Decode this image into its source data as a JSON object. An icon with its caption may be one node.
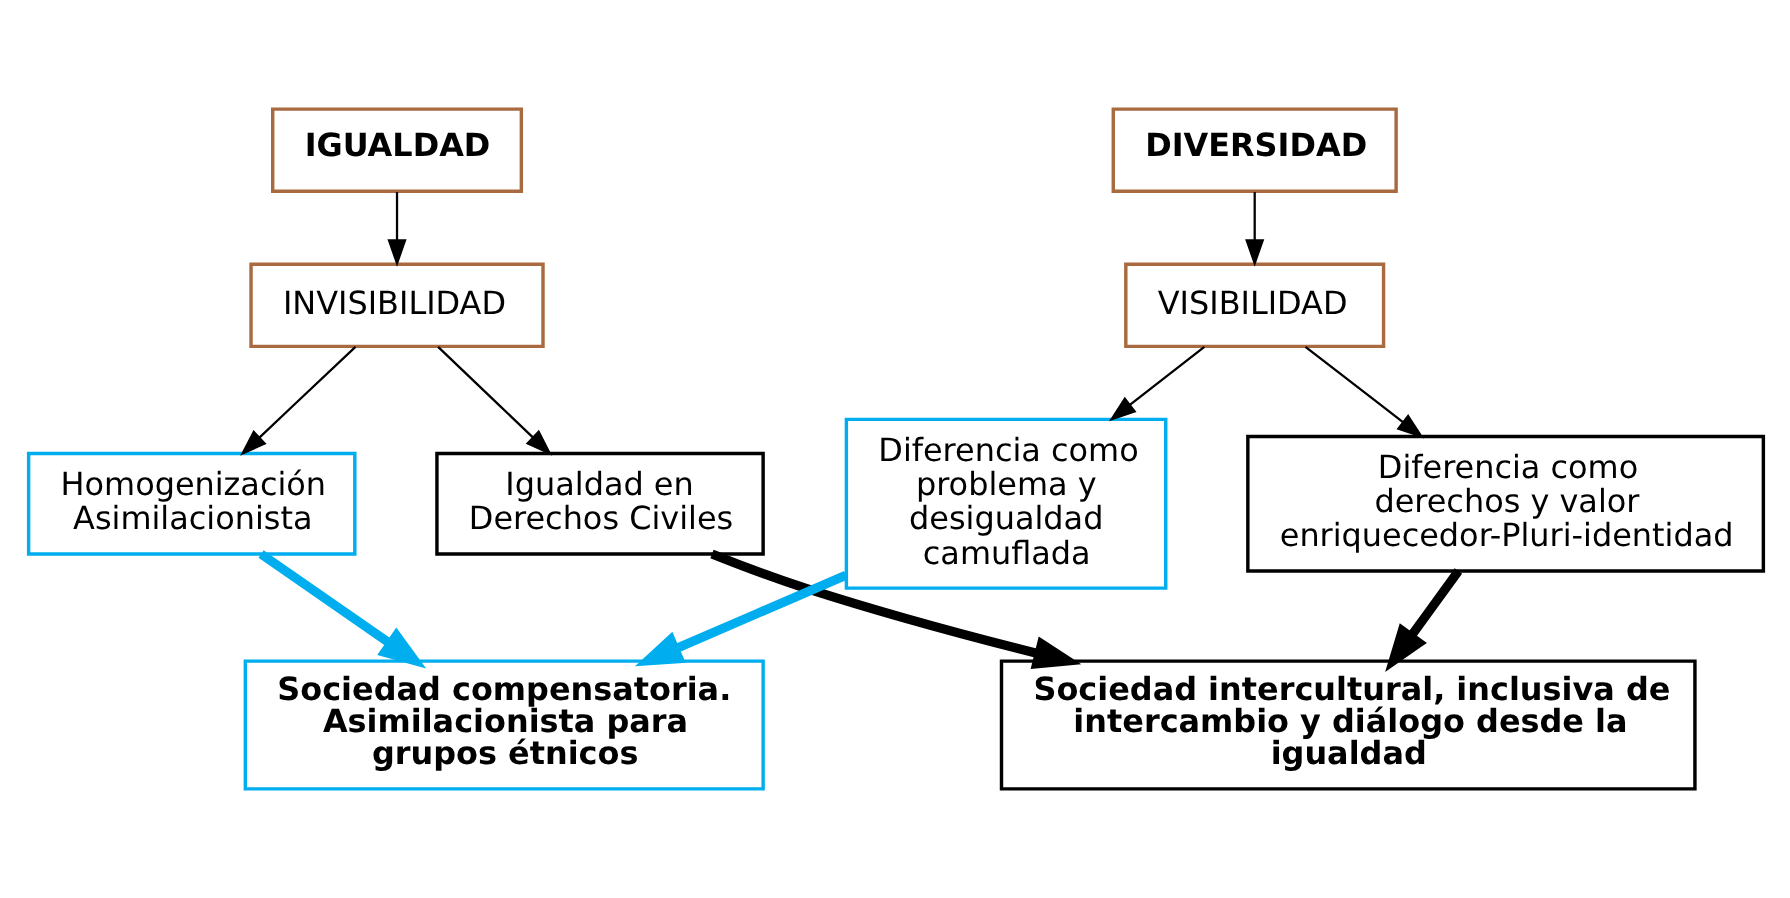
{
  "diagram": {
    "nodes": [
      {
        "text": [
          "IGUALDAD"
        ]
      },
      {
        "text": [
          "INVISIBILIDAD"
        ]
      },
      {
        "text": [
          "DIVERSIDAD"
        ]
      },
      {
        "text": [
          "VISIBILIDAD"
        ]
      },
      {
        "text": [
          "Homogenización Asimilacionista"
        ]
      },
      {
        "text": [
          "Igualdad en Derechos Civiles"
        ]
      },
      {
        "text": [
          "Diferencia como problema y desigualdad camuflada"
        ]
      },
      {
        "text": [
          "Diferencia como derechos y valor enriquecedor-Pluri-identidad"
        ]
      },
      {
        "text": [
          "Sociedad compensatoria. Asimilacionista para grupos étnicos"
        ]
      },
      {
        "text": [
          "Sociedad intercultural, inclusiva de intercambio y diálogo desde la igualdad"
        ]
      }
    ],
    "edges": [
      {
        "from": 0,
        "to": 1,
        "arrow": "to"
      },
      {
        "from": 1,
        "to": 4,
        "arrow": "to"
      },
      {
        "from": 1,
        "to": 5,
        "arrow": "to"
      },
      {
        "from": 2,
        "to": 3,
        "arrow": "to"
      },
      {
        "from": 3,
        "to": 6,
        "arrow": "to"
      },
      {
        "from": 3,
        "to": 7,
        "arrow": "to"
      },
      {
        "from": 4,
        "to": 8,
        "arrow": "to",
        "style": "thick",
        "color": "#00aeef"
      },
      {
        "from": 6,
        "to": 8,
        "arrow": "to",
        "style": "thick",
        "color": "#00aeef"
      },
      {
        "from": 5,
        "to": 9,
        "arrow": "to",
        "style": "thick"
      },
      {
        "from": 7,
        "to": 9,
        "arrow": "to",
        "style": "thick"
      }
    ]
  }
}
